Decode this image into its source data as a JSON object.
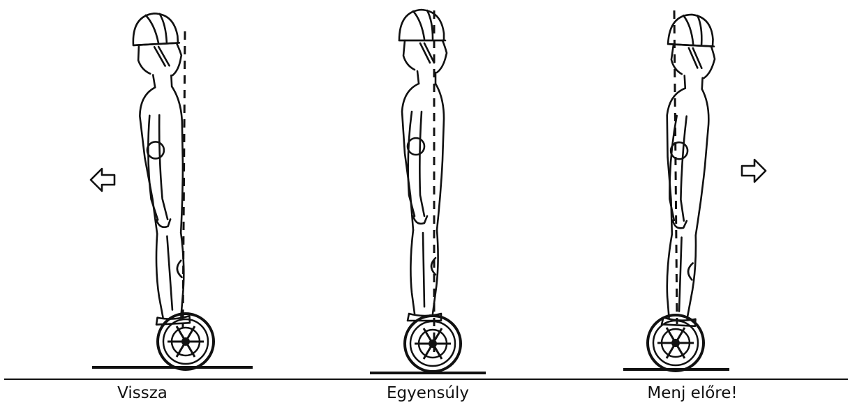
{
  "captions": {
    "backward": "Vissza",
    "balance": "Egyensúly",
    "forward": "Menj előre!"
  },
  "colors": {
    "ink": "#111111",
    "background": "#ffffff"
  },
  "icons": {
    "backward_arrow": "arrow-left-icon",
    "forward_arrow": "arrow-right-icon"
  }
}
